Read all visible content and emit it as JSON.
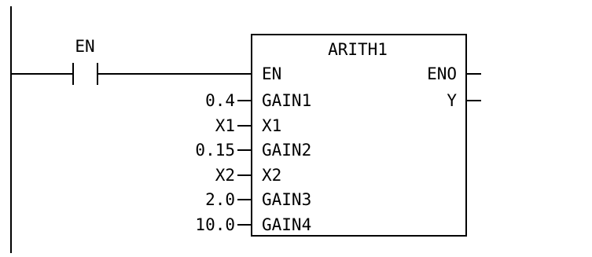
{
  "contact": {
    "label": "EN"
  },
  "block": {
    "title": "ARITH1",
    "input_pins": [
      "EN",
      "GAIN1",
      "X1",
      "GAIN2",
      "X2",
      "GAIN3",
      "GAIN4"
    ],
    "output_pins": [
      "ENO",
      "Y"
    ]
  },
  "input_values": [
    "0.4",
    "X1",
    "0.15",
    "X2",
    "2.0",
    "10.0"
  ],
  "colors": {
    "line": "#000000",
    "background": "#ffffff"
  }
}
